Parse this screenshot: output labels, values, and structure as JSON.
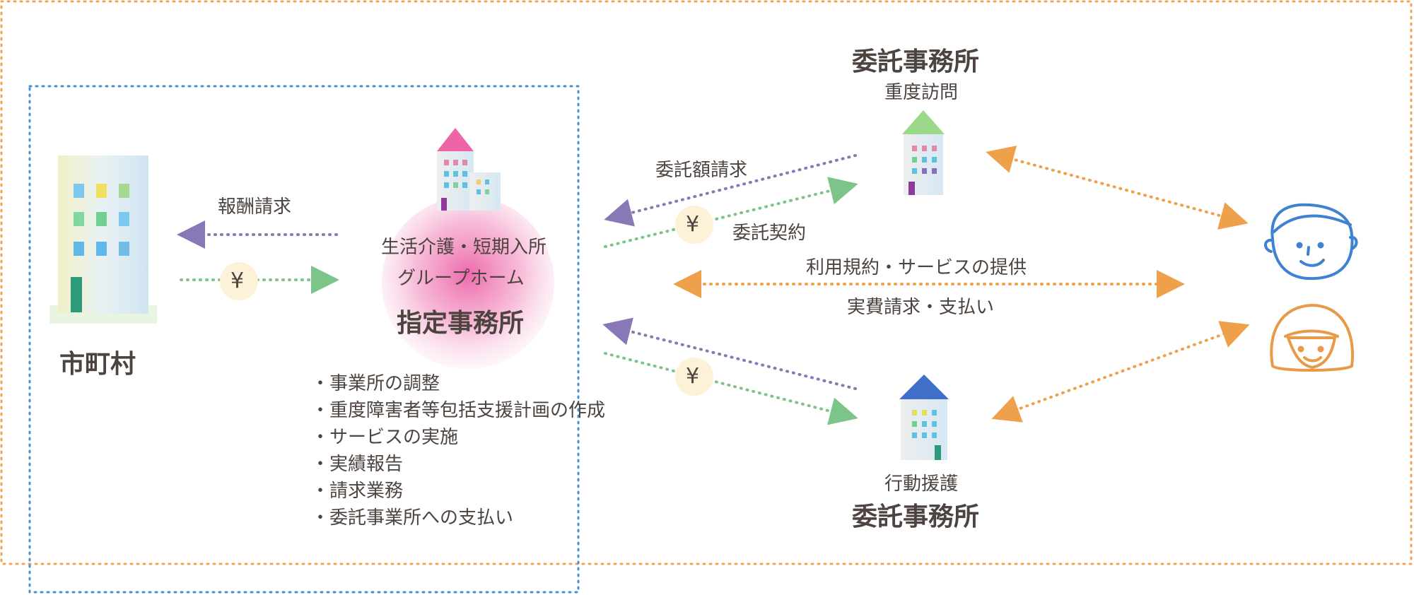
{
  "municipality": {
    "label": "市町村"
  },
  "designated_office": {
    "label": "指定事務所",
    "services_line1": "生活介護・短期入所",
    "services_line2": "グループホーム",
    "tasks": [
      "事業所の調整",
      "重度障害者等包括支援計画の作成",
      "サービスの実施",
      "実績報告",
      "請求業務",
      "委託事業所への支払い"
    ]
  },
  "consigned_office_top": {
    "label": "委託事務所",
    "service": "重度訪問"
  },
  "consigned_office_bottom": {
    "label": "委託事務所",
    "service": "行動援護"
  },
  "flows": {
    "reward_claim": "報酬請求",
    "consignment_claim": "委託額請求",
    "consignment_contract": "委託契約",
    "usage_terms": "利用規約・サービスの提供",
    "actual_cost": "実費請求・支払い"
  },
  "yen_symbol": "¥",
  "colors": {
    "outer_border": "#f0a350",
    "inner_border": "#4a90d0",
    "arrow_purple": "#8878b8",
    "arrow_green": "#7cc48a",
    "arrow_orange": "#eea04a",
    "yen_bg": "#fdf1d8",
    "text": "#4d4440"
  },
  "icons": {
    "municipality": "city-hall-building-icon",
    "designated": "pink-house-icon",
    "consigned_top": "green-roof-building-icon",
    "consigned_bottom": "blue-roof-building-icon",
    "user_boy": "boy-face-icon",
    "user_girl": "girl-face-icon"
  }
}
